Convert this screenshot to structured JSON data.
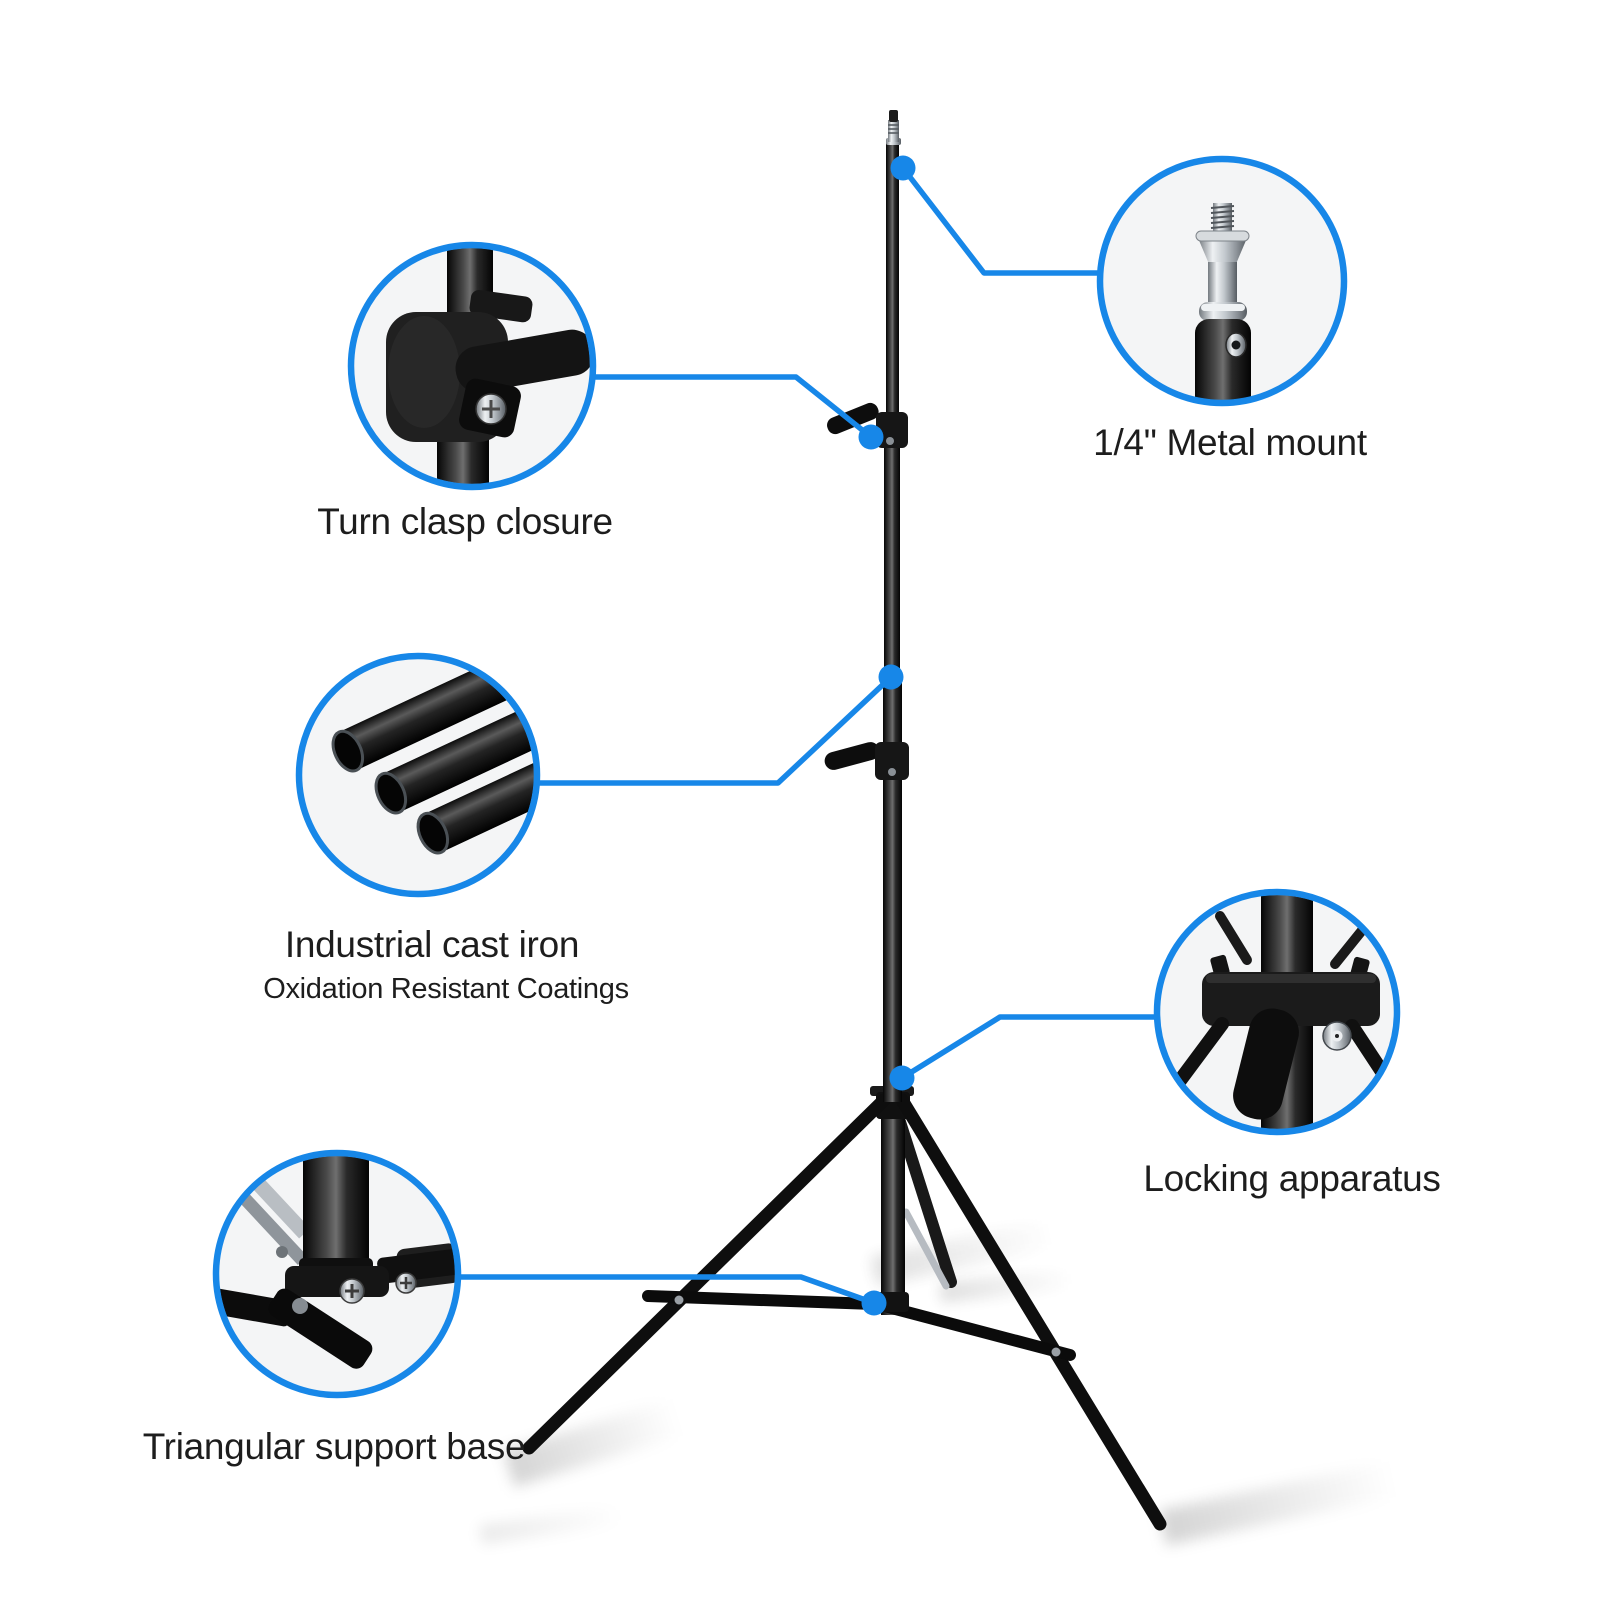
{
  "colors": {
    "background": "#ffffff",
    "accent_blue": "#1787e8",
    "text": "#1d1d1d",
    "stand_black": "#111111",
    "detail_circle_fill": "#f4f5f6",
    "silver": "#c9cdd2"
  },
  "callouts": [
    {
      "id": "turn-clasp-closure",
      "label": "Turn clasp closure",
      "detail_icon": "clasp-knob-closeup"
    },
    {
      "id": "metal-mount",
      "label": "1/4\" Metal mount",
      "detail_icon": "threaded-spigot-closeup"
    },
    {
      "id": "industrial-cast-iron",
      "label": "Industrial cast iron",
      "sublabel": "Oxidation Resistant Coatings",
      "detail_icon": "iron-tubes-closeup"
    },
    {
      "id": "locking-apparatus",
      "label": "Locking apparatus",
      "detail_icon": "locking-collar-closeup"
    },
    {
      "id": "triangular-support-base",
      "label": "Triangular support base",
      "detail_icon": "tripod-hub-closeup"
    }
  ]
}
